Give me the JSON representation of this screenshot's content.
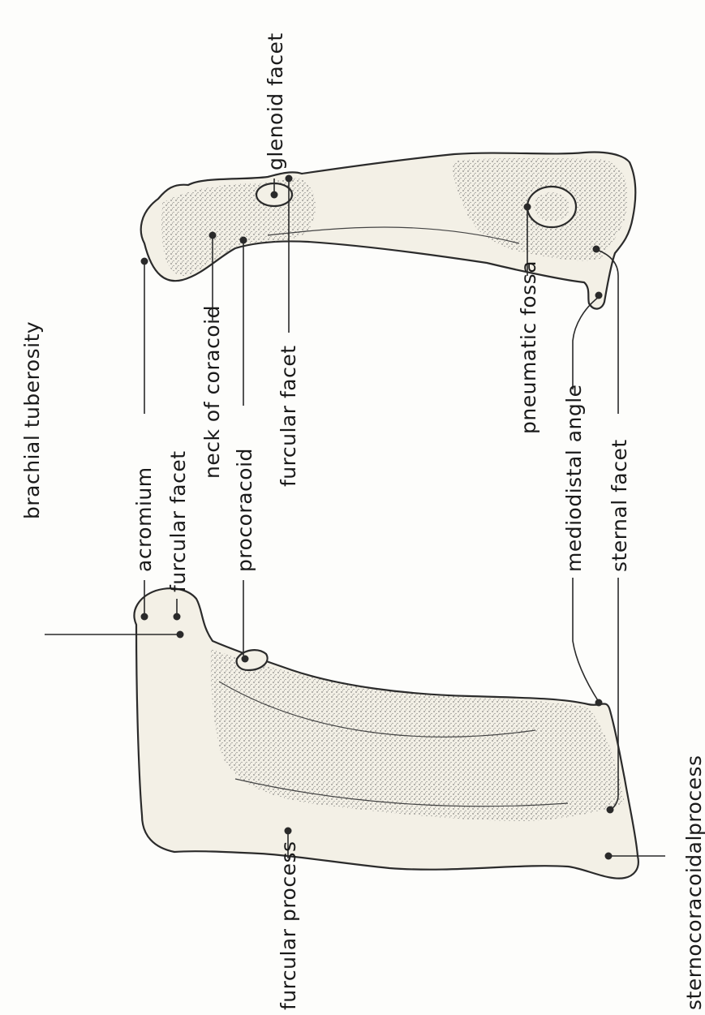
{
  "labels": {
    "brachial_tuberosity": "brachial tuberosity",
    "acromium": "acromium",
    "furcular_facet_left": "furcular facet",
    "neck_of_coracoid": "neck of coracoid",
    "procoracoid": "procoracoid",
    "furcular_facet_right": "furcular facet",
    "glenoid_facet": "glenoid facet",
    "pneumatic_fossa": "pneumatic fossa",
    "mediodistal_angle": "mediodistal angle",
    "sternal_facet": "sternal facet",
    "furcular_process": "furcular process",
    "sternocoracoidal": "sternocoracoidal",
    "process": "process"
  },
  "colors": {
    "ink": "#2a2a2a",
    "bone_fill": "#f3f0e6",
    "paper": "#fdfdfb"
  }
}
